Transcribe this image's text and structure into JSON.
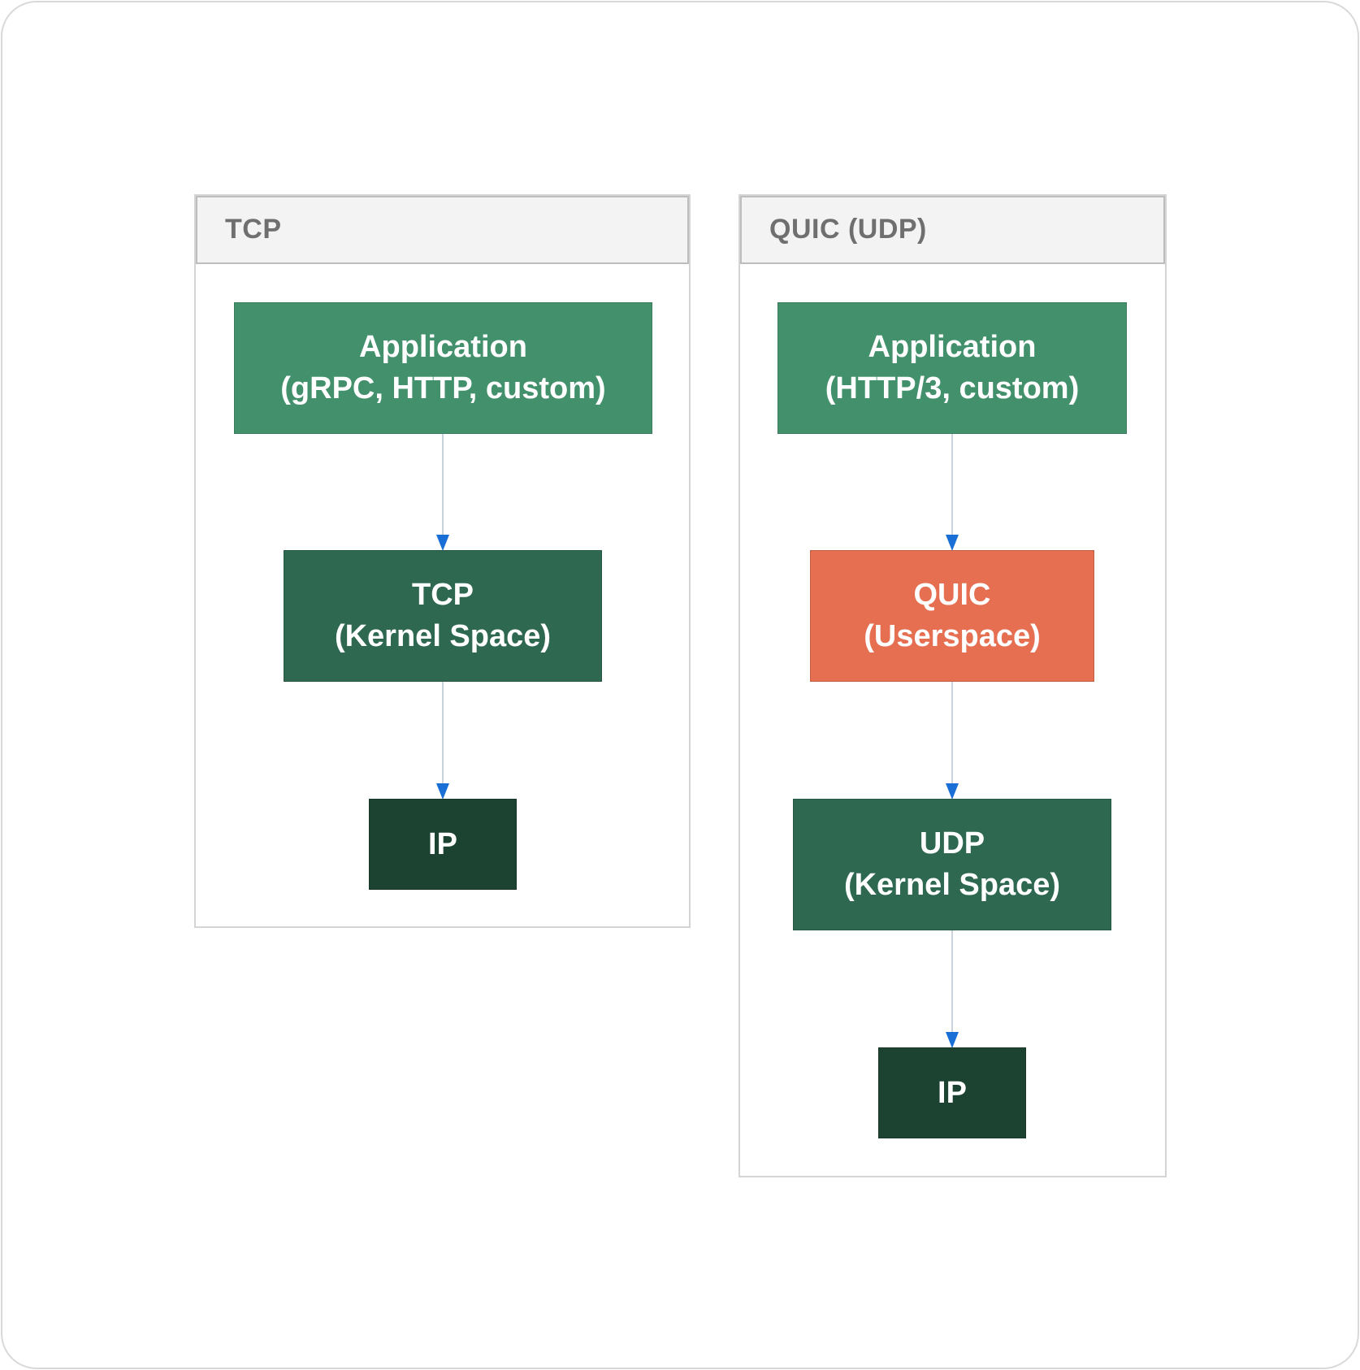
{
  "clusters": [
    {
      "title": "TCP",
      "nodes": [
        {
          "line1": "Application",
          "line2": "(gRPC, HTTP, custom)"
        },
        {
          "line1": "TCP",
          "line2": "(Kernel Space)"
        },
        {
          "line1": "IP",
          "line2": ""
        }
      ]
    },
    {
      "title": "QUIC (UDP)",
      "nodes": [
        {
          "line1": "Application",
          "line2": "(HTTP/3, custom)"
        },
        {
          "line1": "QUIC",
          "line2": "(Userspace)"
        },
        {
          "line1": "UDP",
          "line2": "(Kernel Space)"
        },
        {
          "line1": "IP",
          "line2": ""
        }
      ]
    }
  ],
  "colors": {
    "application": "#43916c",
    "kernel_layer": "#2e6851",
    "ip_layer": "#1c4231",
    "userspace_layer": "#e66f52",
    "edge_line": "#c8d3de",
    "arrow_head": "#1a6fd6"
  }
}
